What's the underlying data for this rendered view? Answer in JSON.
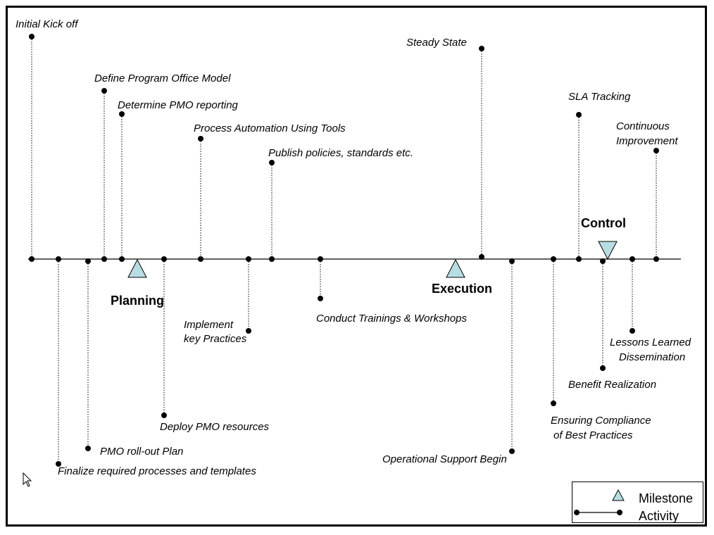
{
  "legend": {
    "milestone_label": "Milestone",
    "activity_label": "Activity"
  },
  "milestones": {
    "planning": "Planning",
    "execution": "Execution",
    "control": "Control"
  },
  "activities": {
    "initial_kick_off": "Initial Kick off",
    "define_program_office_model": "Define Program Office Model",
    "determine_pmo_reporting": "Determine PMO reporting",
    "process_automation": "Process Automation Using Tools",
    "publish_policies": "Publish policies, standards etc.",
    "steady_state": "Steady State",
    "sla_tracking": "SLA Tracking",
    "continuous_improvement_1": "Continuous",
    "continuous_improvement_2": "Improvement",
    "implement_key_practices_1": "Implement",
    "implement_key_practices_2": "key Practices",
    "conduct_trainings": "Conduct Trainings & Workshops",
    "deploy_pmo_resources": "Deploy PMO resources",
    "pmo_rollout_plan": "PMO roll-out Plan",
    "finalize_processes": "Finalize required processes and templates",
    "operational_support": "Operational Support Begin",
    "lessons_learned_1": "Lessons Learned",
    "lessons_learned_2": "Dissemination",
    "benefit_realization": "Benefit Realization",
    "ensuring_compliance_1": "Ensuring Compliance",
    "ensuring_compliance_2": "of Best Practices"
  },
  "colors": {
    "milestone_fill": "#b7dde3",
    "line": "#000000"
  },
  "icons": {
    "milestone": "triangle-icon",
    "cursor": "mouse-pointer-icon"
  }
}
